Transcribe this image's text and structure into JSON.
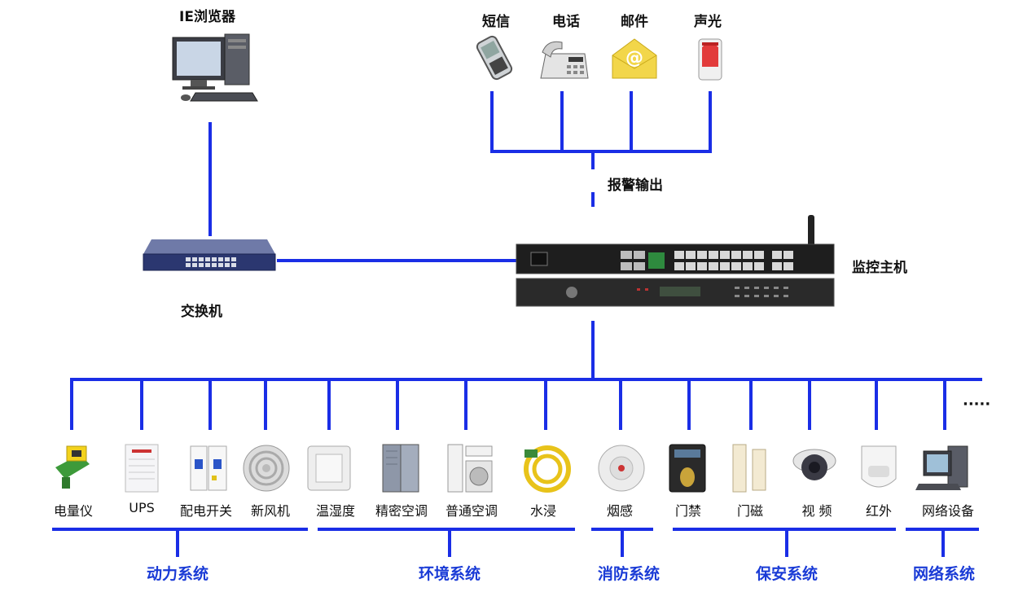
{
  "browser": {
    "label": "IE浏览器",
    "icon": "desktop-computer-icon"
  },
  "switch": {
    "label": "交换机",
    "icon": "network-switch-icon"
  },
  "host": {
    "label": "监控主机",
    "icon": "monitoring-host-icon"
  },
  "alarm_output": {
    "label": "报警输出",
    "channels": [
      {
        "label": "短信",
        "icon": "mobile-phone-icon"
      },
      {
        "label": "电话",
        "icon": "telephone-icon"
      },
      {
        "label": "邮件",
        "icon": "email-icon"
      },
      {
        "label": "声光",
        "icon": "siren-icon"
      }
    ]
  },
  "ellipsis": "·····",
  "devices": [
    {
      "label": "电量仪",
      "icon": "power-meter-icon"
    },
    {
      "label": "UPS",
      "icon": "ups-icon"
    },
    {
      "label": "配电开关",
      "icon": "circuit-breaker-icon"
    },
    {
      "label": "新风机",
      "icon": "fresh-air-fan-icon"
    },
    {
      "label": "温湿度",
      "icon": "humidity-sensor-icon"
    },
    {
      "label": "精密空调",
      "icon": "precision-ac-icon"
    },
    {
      "label": "普通空调",
      "icon": "ordinary-ac-icon"
    },
    {
      "label": "水浸",
      "icon": "water-leak-cable-icon"
    },
    {
      "label": "烟感",
      "icon": "smoke-detector-icon"
    },
    {
      "label": "门禁",
      "icon": "access-control-icon"
    },
    {
      "label": "门磁",
      "icon": "door-magnet-icon"
    },
    {
      "label": "视 频",
      "icon": "camera-icon"
    },
    {
      "label": "红外",
      "icon": "infrared-sensor-icon"
    },
    {
      "label": "网络设备",
      "icon": "network-device-icon"
    }
  ],
  "groups": [
    {
      "label": "动力系统"
    },
    {
      "label": "环境系统"
    },
    {
      "label": "消防系统"
    },
    {
      "label": "保安系统"
    },
    {
      "label": "网络系统"
    }
  ],
  "colors": {
    "line": "#1a2ee6",
    "group_text": "#1a3bd6"
  }
}
